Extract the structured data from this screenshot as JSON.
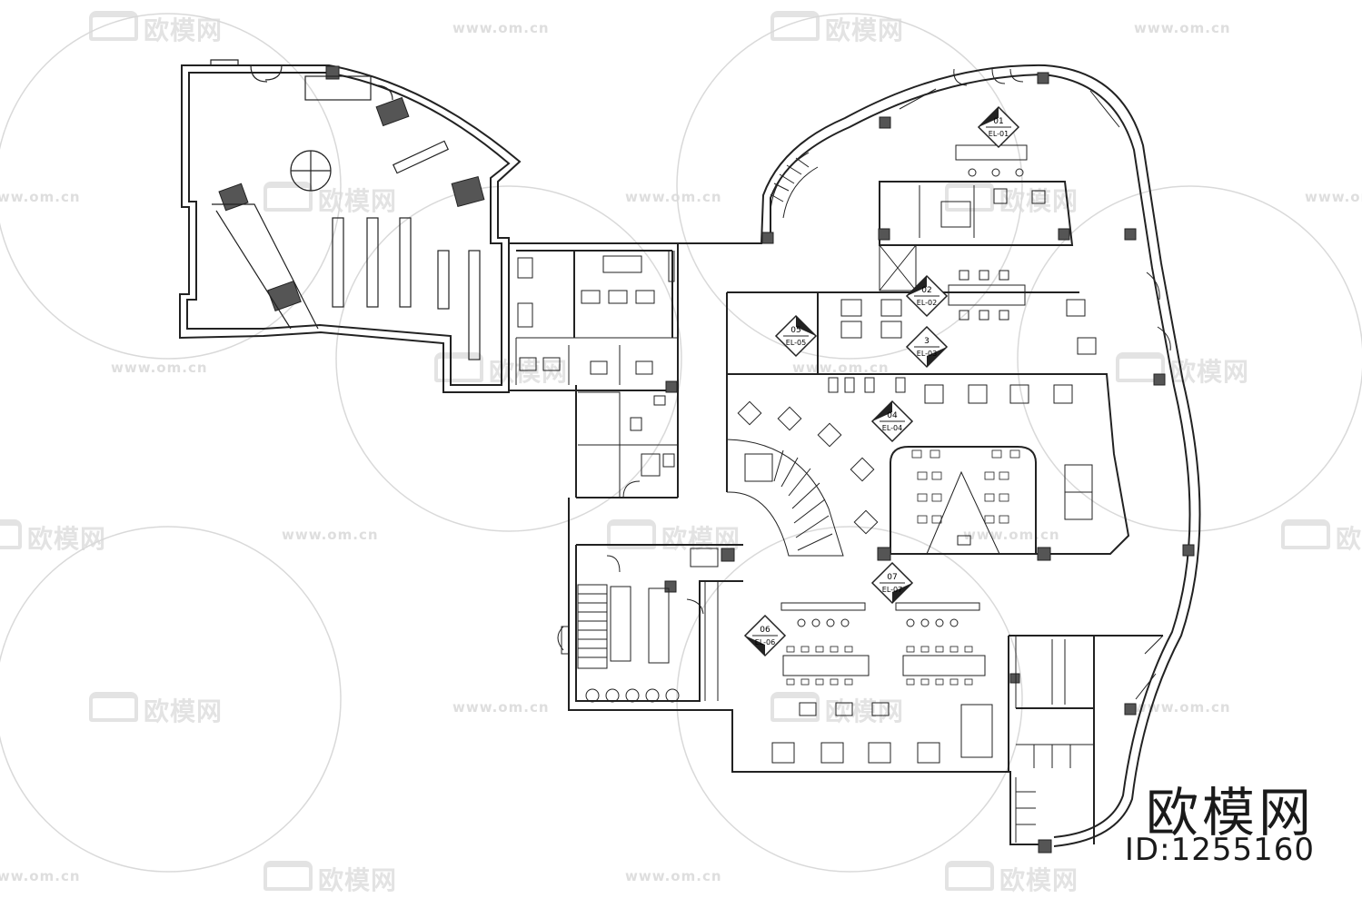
{
  "watermark": {
    "brand_name": "欧模网",
    "site": "www.om.cn"
  },
  "corner_brand": {
    "name": "欧模网",
    "id": "ID:1255160"
  },
  "plan_labels": [
    {
      "id": "tag-01-num",
      "text": "01"
    },
    {
      "id": "tag-01-ref",
      "text": "EL-01"
    },
    {
      "id": "tag-02-num",
      "text": "02"
    },
    {
      "id": "tag-02-ref",
      "text": "EL-02"
    },
    {
      "id": "tag-03-num",
      "text": "3"
    },
    {
      "id": "tag-03-ref",
      "text": "EL-03"
    },
    {
      "id": "tag-04-num",
      "text": "04"
    },
    {
      "id": "tag-04-ref",
      "text": "EL-04"
    },
    {
      "id": "tag-05-num",
      "text": "05"
    },
    {
      "id": "tag-05-ref",
      "text": "EL-05"
    },
    {
      "id": "tag-06-num",
      "text": "06"
    },
    {
      "id": "tag-06-ref",
      "text": "EL-06"
    },
    {
      "id": "tag-07-num",
      "text": "07"
    },
    {
      "id": "tag-07-ref",
      "text": "EL-07"
    }
  ]
}
